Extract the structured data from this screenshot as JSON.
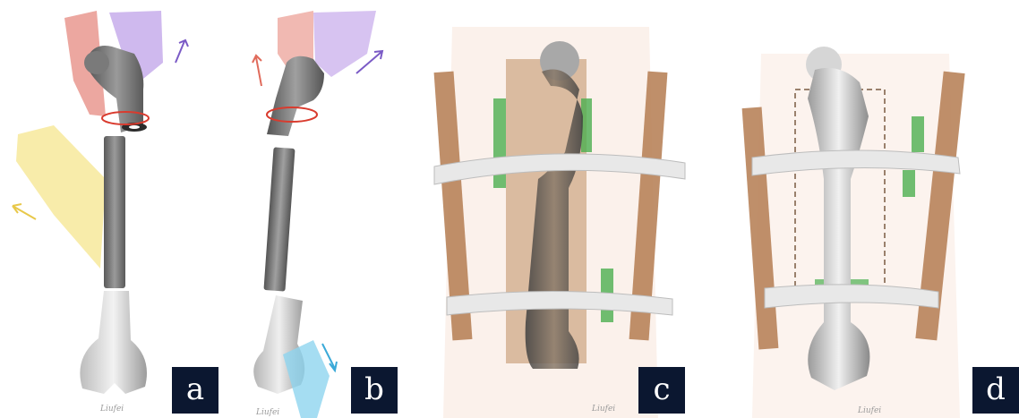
{
  "panels": [
    {
      "label": "a",
      "signature": "Liufei"
    },
    {
      "label": "b",
      "signature": "Liufei"
    },
    {
      "label": "c",
      "signature": "Liufei"
    },
    {
      "label": "d",
      "signature": "Liufei"
    }
  ],
  "colors": {
    "bone_dark": "#6e6e6e",
    "bone_light": "#d9d9d9",
    "muscle_red": "#e07a70",
    "muscle_purple": "#b89be0",
    "muscle_yellow": "#f3e07a",
    "muscle_blue": "#7cc9ea",
    "rotation_red": "#d93b2e",
    "splint_wood": "#b8835a",
    "padding_green": "#4caf50",
    "bandage": "#e8e8e8",
    "label_bg": "#0b1730"
  }
}
